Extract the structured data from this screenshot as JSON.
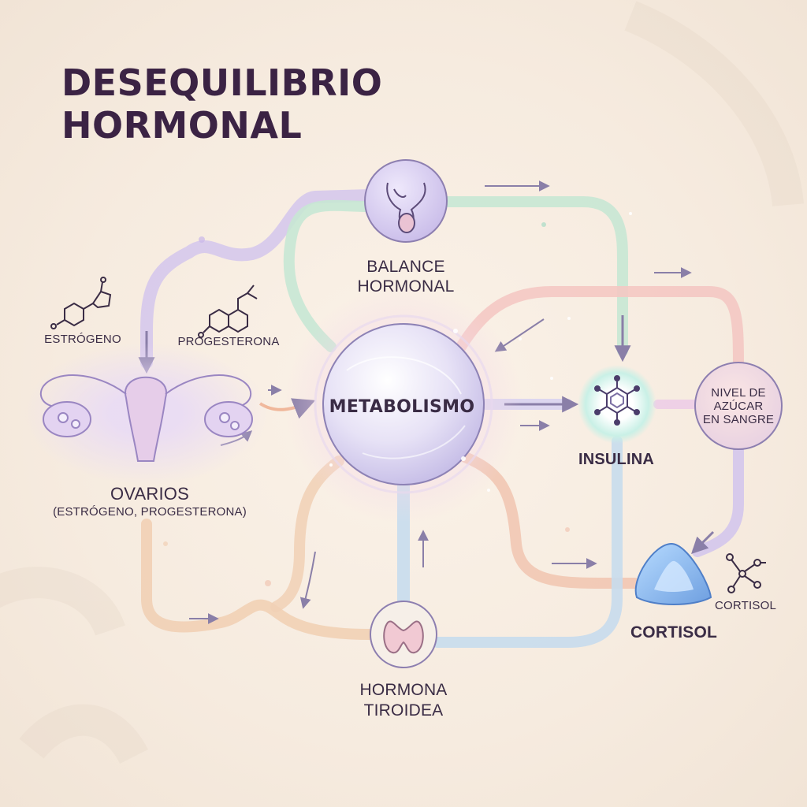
{
  "title": {
    "line1": "DESEQUILIBRIO",
    "line2": "HORMONAL"
  },
  "nodes": {
    "hub": {
      "label": "METABOLISMO"
    },
    "balance": {
      "line1": "BALANCE",
      "line2": "HORMONAL"
    },
    "ovarios": {
      "label": "OVARIOS",
      "sublabel": "(ESTRÓGENO, PROGESTERONA)"
    },
    "insulina": {
      "label": "INSULINA"
    },
    "azucar": {
      "line1": "NIVEL DE",
      "line2": "AZÚCAR",
      "line3": "EN SANGRE"
    },
    "cortisol": {
      "label": "CORTISOL",
      "molecule_label": "CORTISOL"
    },
    "tiroidea": {
      "line1": "HORMONA",
      "line2": "TIROIDEA"
    }
  },
  "molecules": {
    "estrogeno": "ESTRÓGENO",
    "progesterona": "PROGESTERONA"
  },
  "colors": {
    "title": "#3b2344",
    "text": "#3a2c45",
    "lavender": "#cdbfe6",
    "mint": "#bfe3cf",
    "pink": "#f2c2c0",
    "peach": "#f3cfb3",
    "blue": "#bcd6e8",
    "arrow": "#8a7fa8",
    "cortisol_gland": "#7fb2ea"
  },
  "icons": {
    "balance": "glands-icon",
    "ovarios": "uterus-ovaries-icon",
    "insulina": "hexagon-molecule-icon",
    "cortisol": "adrenal-gland-icon",
    "tiroidea": "thyroid-icon"
  }
}
